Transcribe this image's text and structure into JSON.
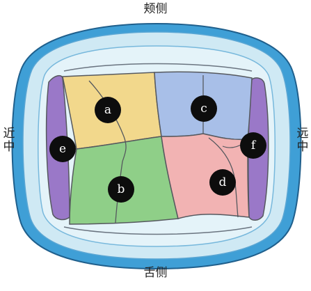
{
  "directions": {
    "buccal": "颊侧",
    "lingual": "舌侧",
    "mesial": "近中",
    "distal": "远中"
  },
  "regions": [
    {
      "id": "a",
      "label": "a",
      "color": "#f2d88c"
    },
    {
      "id": "b",
      "label": "b",
      "color": "#8fcf88"
    },
    {
      "id": "c",
      "label": "c",
      "color": "#a8bfe8"
    },
    {
      "id": "d",
      "label": "d",
      "color": "#f2b3b3"
    },
    {
      "id": "e",
      "label": "e",
      "color": "#9a78c8"
    },
    {
      "id": "f",
      "label": "f",
      "color": "#9a78c8"
    }
  ],
  "colors": {
    "outer_ring": "#3f9fd6",
    "ring_fill": "#cfe9f4",
    "inner_fill": "#ffffff",
    "outline": "#55585e",
    "marker_fill": "#0d0d0d",
    "marker_text": "#ffffff"
  }
}
